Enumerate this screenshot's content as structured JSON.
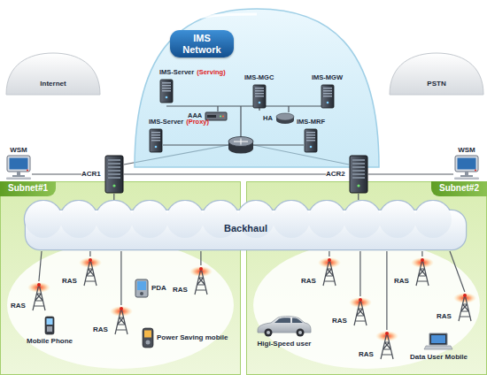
{
  "diagram": {
    "nodes": [
      {
        "text": [
          "Internet"
        ]
      },
      {
        "text": [
          "IMS Network"
        ]
      },
      {
        "text": [
          "PSTN"
        ]
      },
      {
        "text": [
          "IMS-Server",
          "(Serving)"
        ],
        "in": 1
      },
      {
        "text": [
          "IMS-MGC"
        ],
        "in": 1
      },
      {
        "text": [
          "IMS-MGW"
        ],
        "in": 1
      },
      {
        "text": [
          "AAA"
        ],
        "in": 1
      },
      {
        "text": [
          "HA"
        ],
        "in": 1
      },
      {
        "text": [
          "IMS-Server",
          "(Proxy)"
        ],
        "in": 1
      },
      {
        "text": [
          "IMS-MRF"
        ],
        "in": 1
      },
      {
        "text": [
          "WSM"
        ]
      },
      {
        "text": [
          "ACR1"
        ]
      },
      {
        "text": [
          "ACR2"
        ]
      },
      {
        "text": [
          "WSM"
        ]
      },
      {
        "text": [
          "Subnet#1"
        ]
      },
      {
        "text": [
          "Subnet#2"
        ]
      },
      {
        "text": [
          "Backhaul"
        ]
      },
      {
        "text": [
          "RAS"
        ],
        "in": 14
      },
      {
        "text": [
          "PDA"
        ],
        "in": 14
      },
      {
        "text": [
          "RAS"
        ],
        "in": 14
      },
      {
        "text": [
          "RAS"
        ],
        "in": 14
      },
      {
        "text": [
          "RAS"
        ],
        "in": 14
      },
      {
        "text": [
          "Mobile Phone"
        ],
        "in": 14
      },
      {
        "text": [
          "Power Saving mobile"
        ],
        "in": 14
      },
      {
        "text": [
          "RAS"
        ],
        "in": 15
      },
      {
        "text": [
          "RAS"
        ],
        "in": 15
      },
      {
        "text": [
          "RAS"
        ],
        "in": 15
      },
      {
        "text": [
          "RAS"
        ],
        "in": 15
      },
      {
        "text": [
          "Higi-Speed user"
        ],
        "in": 15
      },
      {
        "text": [
          "RAS"
        ],
        "in": 15
      },
      {
        "text": [
          "Data User Mobile"
        ],
        "in": 15
      }
    ],
    "edges": [
      {
        "from": 10,
        "to": 11,
        "arrow": "none"
      },
      {
        "from": 11,
        "to": 12,
        "arrow": "none"
      },
      {
        "from": 12,
        "to": 13,
        "arrow": "none"
      },
      {
        "from": 11,
        "to": 16,
        "arrow": "none"
      },
      {
        "from": 12,
        "to": 16,
        "arrow": "none"
      },
      {
        "from": 16,
        "to": 17,
        "arrow": "none"
      },
      {
        "from": 16,
        "to": 19,
        "arrow": "none"
      },
      {
        "from": 16,
        "to": 20,
        "arrow": "none"
      },
      {
        "from": 16,
        "to": 21,
        "arrow": "none"
      },
      {
        "from": 16,
        "to": 24,
        "arrow": "none"
      },
      {
        "from": 16,
        "to": 25,
        "arrow": "none"
      },
      {
        "from": 16,
        "to": 26,
        "arrow": "none"
      },
      {
        "from": 16,
        "to": 27,
        "arrow": "none"
      },
      {
        "from": 16,
        "to": 29,
        "arrow": "none"
      }
    ]
  }
}
